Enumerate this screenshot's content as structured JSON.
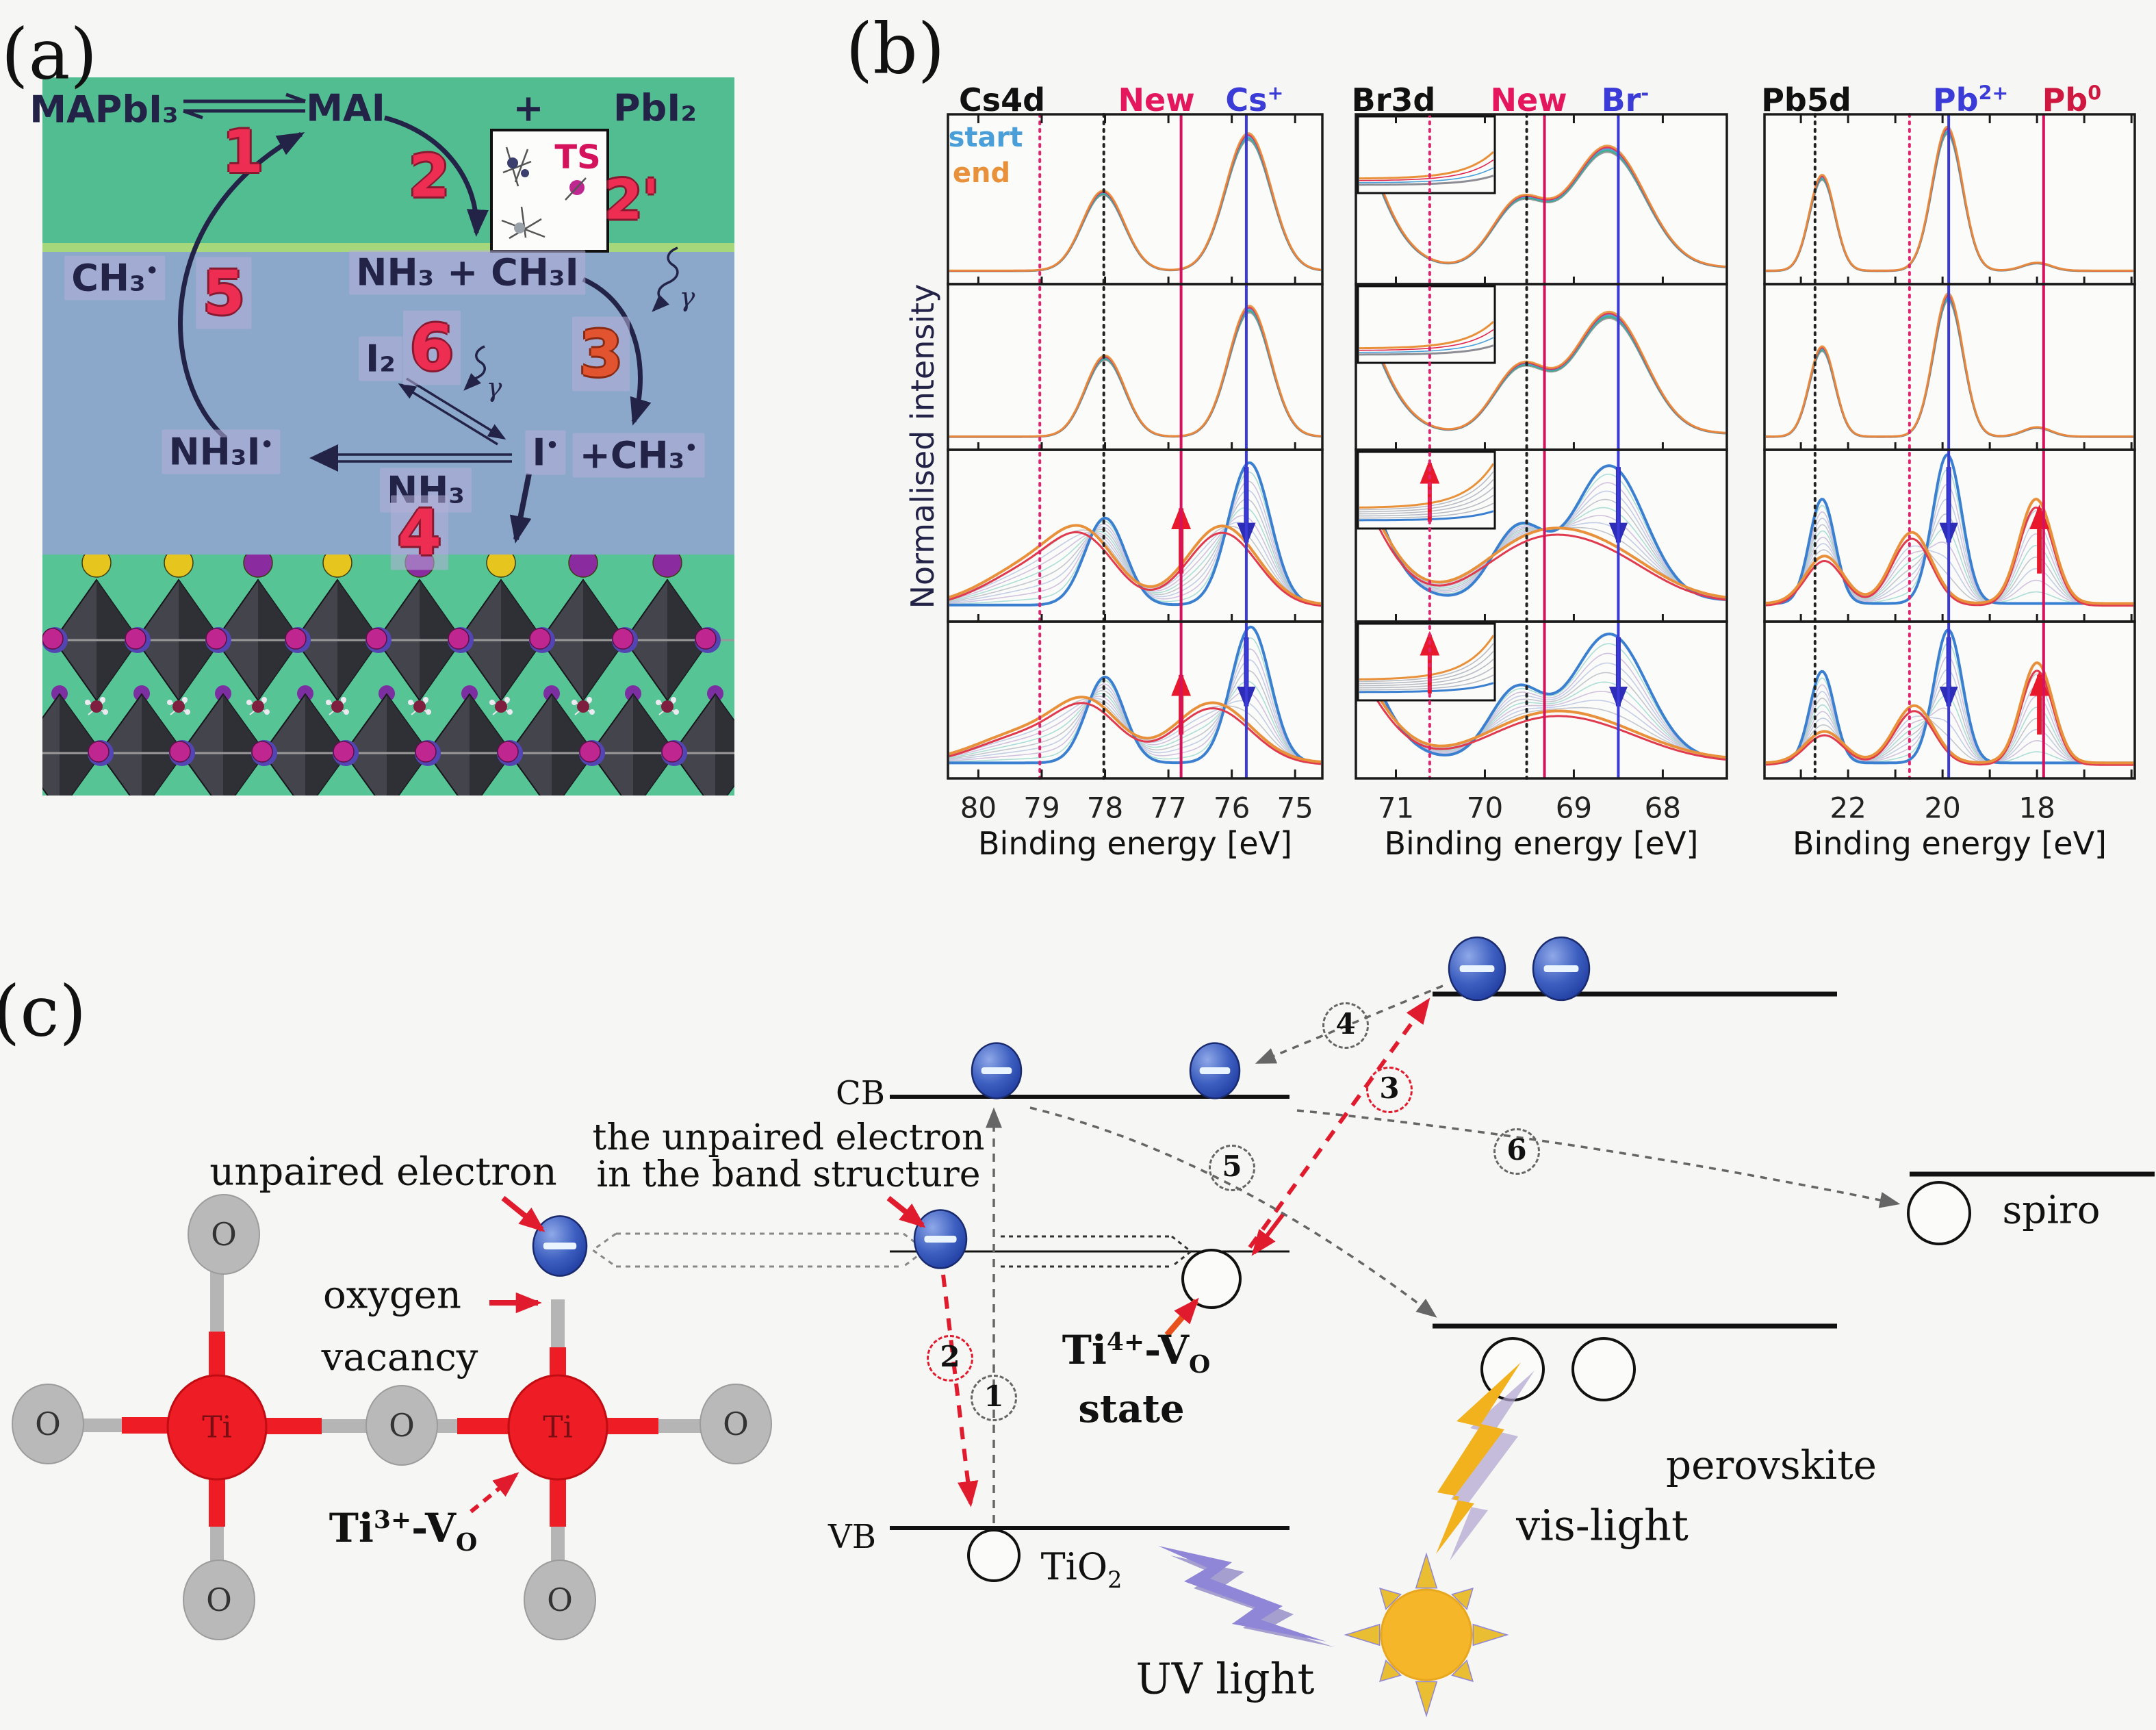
{
  "figure": {
    "bg": "#f6f6f4"
  },
  "panel_a": {
    "label": "(a)",
    "colors": {
      "green_top": "#53bd92",
      "green_strip": "#a7d77b",
      "blue": "#8ba7c9",
      "green_bottom": "#57c495",
      "formula": "#232348",
      "octahedron_fill": "#44444d",
      "octahedron_dark": "#2c2c33",
      "iodine": "#c0268f",
      "iodine_blue": "#5346b4",
      "surface_yellow": "#e7c51f",
      "surface_purple": "#8b2ba0",
      "organic_dark": "#7e1f3f",
      "organic_light": "#eeeaf2"
    },
    "species": {
      "mapbi3": "MAPbI₃",
      "mai": "MAI",
      "plus": "+",
      "pbi2": "PbI₂",
      "ts": "TS",
      "nh3_ch3i": "NH₃ + CH₃I",
      "ch3_rad": "CH₃",
      "i2": "I₂",
      "gamma": "γ",
      "nh3i_rad": "NH₃I",
      "i_rad": "I",
      "plus_ch3_rad": "+CH₃",
      "nh3": "NH₃",
      "rad_dot": "•"
    },
    "steps": {
      "s1": "1",
      "s2": "2",
      "s2p": "2'",
      "s3": "3",
      "s4": "4",
      "s5": "5",
      "s6": "6"
    },
    "surface_ball_colors": [
      "#e7c51f",
      "#e7c51f",
      "#8b2ba0",
      "#e7c51f",
      "#8b2ba0",
      "#e7c51f",
      "#8b2ba0",
      "#8b2ba0"
    ]
  },
  "panel_b": {
    "label": "(b)",
    "y_axis": "Normalised intensity",
    "legend": {
      "start": "start",
      "end": "end",
      "start_color": "#4a9fd8",
      "end_color": "#e8913a"
    }
  },
  "chart_data": [
    {
      "type": "line",
      "title": "Cs4d",
      "xlabel": "Binding energy [eV]",
      "x_range": [
        80.48,
        74.57
      ],
      "x_ticks": [
        80,
        79,
        78,
        77,
        76,
        75
      ],
      "rows": 4,
      "inset": false,
      "marker_labels": [
        {
          "base": "New",
          "sup": "",
          "color": "#e4175e",
          "ev": 76.8
        },
        {
          "base": "Cs",
          "sup": "+",
          "color": "#3b3bd8",
          "ev": 75.77
        }
      ],
      "vlines": [
        {
          "ev": 79.03,
          "style": "dotted",
          "color": "#e0246e"
        },
        {
          "ev": 78.02,
          "style": "dotted",
          "color": "#222222"
        },
        {
          "ev": 76.8,
          "style": "solid",
          "color": "#d4135c"
        },
        {
          "ev": 75.77,
          "style": "solid",
          "color": "#3b3bd8"
        }
      ],
      "row_series": [
        {
          "kind": "stable",
          "base": 0.05,
          "start_peaks": [
            {
              "c": 78.03,
              "h": 0.5,
              "s": 0.33
            },
            {
              "c": 75.74,
              "h": 0.86,
              "s": 0.36
            }
          ]
        },
        {
          "kind": "stable",
          "base": 0.05,
          "start_peaks": [
            {
              "c": 78.0,
              "h": 0.52,
              "s": 0.31
            },
            {
              "c": 75.72,
              "h": 0.84,
              "s": 0.33
            }
          ]
        },
        {
          "kind": "evolving",
          "base": 0.07,
          "start_peaks": [
            {
              "c": 78.0,
              "h": 0.55,
              "s": 0.32
            },
            {
              "c": 75.72,
              "h": 0.9,
              "s": 0.33
            }
          ],
          "end_peaks": [
            {
              "c": 79.1,
              "h": 0.26,
              "s": 0.75
            },
            {
              "c": 78.3,
              "h": 0.34,
              "s": 0.5
            },
            {
              "c": 76.15,
              "h": 0.5,
              "s": 0.55
            }
          ],
          "arrows": [
            {
              "ev": 76.8,
              "dir": "up",
              "color": "#e8192c"
            },
            {
              "ev": 75.77,
              "dir": "down",
              "color": "#2d2db8"
            }
          ]
        },
        {
          "kind": "evolving",
          "base": 0.07,
          "start_peaks": [
            {
              "c": 78.0,
              "h": 0.6,
              "s": 0.3
            },
            {
              "c": 75.7,
              "h": 0.95,
              "s": 0.31
            }
          ],
          "end_peaks": [
            {
              "c": 79.2,
              "h": 0.22,
              "s": 0.8
            },
            {
              "c": 78.25,
              "h": 0.34,
              "s": 0.5
            },
            {
              "c": 76.3,
              "h": 0.42,
              "s": 0.6
            }
          ],
          "arrows": [
            {
              "ev": 76.8,
              "dir": "up",
              "color": "#e8192c"
            },
            {
              "ev": 75.77,
              "dir": "down",
              "color": "#2d2db8"
            }
          ]
        }
      ]
    },
    {
      "type": "line",
      "title": "Br3d",
      "xlabel": "Binding energy [eV]",
      "x_range": [
        71.45,
        67.28
      ],
      "x_ticks": [
        71,
        70,
        69,
        68
      ],
      "rows": 4,
      "inset": true,
      "marker_labels": [
        {
          "base": "New",
          "sup": "",
          "color": "#e4175e",
          "ev": 69.33
        },
        {
          "base": "Br",
          "sup": "-",
          "color": "#3b3bd8",
          "ev": 68.5
        }
      ],
      "vlines": [
        {
          "ev": 70.62,
          "style": "dotted",
          "color": "#e0246e"
        },
        {
          "ev": 69.53,
          "style": "dotted",
          "color": "#222222"
        },
        {
          "ev": 69.33,
          "style": "solid",
          "color": "#d4135c"
        },
        {
          "ev": 68.5,
          "style": "solid",
          "color": "#3b3bd8"
        }
      ],
      "row_series": [
        {
          "kind": "stable",
          "base": 0.07,
          "start_peaks": [
            {
              "c": 71.9,
              "h": 1.5,
              "s": 0.5
            },
            {
              "c": 69.62,
              "h": 0.4,
              "s": 0.3
            },
            {
              "c": 68.62,
              "h": 0.76,
              "s": 0.42
            }
          ]
        },
        {
          "kind": "stable",
          "base": 0.07,
          "start_peaks": [
            {
              "c": 71.9,
              "h": 1.45,
              "s": 0.5
            },
            {
              "c": 69.6,
              "h": 0.42,
              "s": 0.3
            },
            {
              "c": 68.6,
              "h": 0.78,
              "s": 0.4
            }
          ]
        },
        {
          "kind": "evolving",
          "base": 0.1,
          "start_peaks": [
            {
              "c": 71.9,
              "h": 1.5,
              "s": 0.5
            },
            {
              "c": 69.62,
              "h": 0.45,
              "s": 0.3
            },
            {
              "c": 68.6,
              "h": 0.85,
              "s": 0.4
            }
          ],
          "end_peaks": [
            {
              "c": 71.9,
              "h": 1.15,
              "s": 0.55
            },
            {
              "c": 69.55,
              "h": 0.3,
              "s": 0.55
            },
            {
              "c": 68.7,
              "h": 0.3,
              "s": 0.6
            }
          ],
          "arrows": [
            {
              "ev": 70.62,
              "dir": "up",
              "color": "#e8192c",
              "inset": true
            },
            {
              "ev": 68.5,
              "dir": "down",
              "color": "#2d2db8"
            }
          ]
        },
        {
          "kind": "evolving",
          "base": 0.09,
          "start_peaks": [
            {
              "c": 71.9,
              "h": 1.4,
              "s": 0.5
            },
            {
              "c": 69.65,
              "h": 0.48,
              "s": 0.3
            },
            {
              "c": 68.6,
              "h": 0.88,
              "s": 0.42
            }
          ],
          "end_peaks": [
            {
              "c": 71.9,
              "h": 1.0,
              "s": 0.55
            },
            {
              "c": 69.5,
              "h": 0.22,
              "s": 0.6
            },
            {
              "c": 68.7,
              "h": 0.2,
              "s": 0.65
            }
          ],
          "arrows": [
            {
              "ev": 70.62,
              "dir": "up",
              "color": "#e8192c",
              "inset": true
            },
            {
              "ev": 68.5,
              "dir": "down",
              "color": "#2d2db8"
            }
          ]
        }
      ]
    },
    {
      "type": "line",
      "title": "Pb5d",
      "xlabel": "Binding energy [eV]",
      "x_range": [
        23.77,
        15.93
      ],
      "x_ticks": [
        22,
        20,
        18
      ],
      "rows": 4,
      "inset": false,
      "marker_labels": [
        {
          "base": "Pb",
          "sup": "2+",
          "color": "#3b3bd8",
          "ev": 19.87
        },
        {
          "base": "Pb",
          "sup": "0",
          "color": "#cf1840",
          "ev": 17.86
        }
      ],
      "vlines": [
        {
          "ev": 22.7,
          "style": "dotted",
          "color": "#222222"
        },
        {
          "ev": 20.7,
          "style": "dotted",
          "color": "#e0246e"
        },
        {
          "ev": 19.87,
          "style": "solid",
          "color": "#3b3bd8"
        },
        {
          "ev": 17.86,
          "style": "solid",
          "color": "#d4135c"
        }
      ],
      "row_series": [
        {
          "kind": "stable",
          "base": 0.05,
          "start_peaks": [
            {
              "c": 22.55,
              "h": 0.6,
              "s": 0.27
            },
            {
              "c": 19.9,
              "h": 0.9,
              "s": 0.32
            },
            {
              "c": 18.0,
              "h": 0.05,
              "s": 0.3
            }
          ]
        },
        {
          "kind": "stable",
          "base": 0.05,
          "start_peaks": [
            {
              "c": 22.55,
              "h": 0.58,
              "s": 0.27
            },
            {
              "c": 19.88,
              "h": 0.92,
              "s": 0.31
            },
            {
              "c": 18.0,
              "h": 0.06,
              "s": 0.3
            }
          ]
        },
        {
          "kind": "evolving",
          "base": 0.08,
          "start_peaks": [
            {
              "c": 22.55,
              "h": 0.66,
              "s": 0.27
            },
            {
              "c": 19.9,
              "h": 0.94,
              "s": 0.31
            }
          ],
          "end_peaks": [
            {
              "c": 22.5,
              "h": 0.3,
              "s": 0.4
            },
            {
              "c": 20.65,
              "h": 0.45,
              "s": 0.42
            },
            {
              "c": 18.02,
              "h": 0.66,
              "s": 0.36
            }
          ],
          "arrows": [
            {
              "ev": 19.87,
              "dir": "down",
              "color": "#2d2db8"
            },
            {
              "ev": 17.95,
              "dir": "up",
              "color": "#e8192c"
            }
          ]
        },
        {
          "kind": "evolving",
          "base": 0.07,
          "start_peaks": [
            {
              "c": 22.55,
              "h": 0.64,
              "s": 0.26
            },
            {
              "c": 19.88,
              "h": 0.93,
              "s": 0.3
            }
          ],
          "end_peaks": [
            {
              "c": 22.5,
              "h": 0.22,
              "s": 0.4
            },
            {
              "c": 20.6,
              "h": 0.4,
              "s": 0.42
            },
            {
              "c": 18.0,
              "h": 0.7,
              "s": 0.34
            }
          ],
          "arrows": [
            {
              "ev": 19.87,
              "dir": "down",
              "color": "#2d2db8"
            },
            {
              "ev": 17.95,
              "dir": "up",
              "color": "#e8192c"
            }
          ]
        }
      ]
    }
  ],
  "panel_c": {
    "label": "(c)",
    "colors": {
      "red_dash": "#e11b2e",
      "gray_dash": "#666666",
      "level_line": "#111111",
      "ti_red": "#ee1c24",
      "o_gray": "#b9b9b9",
      "bond_gray": "#b5b5b5",
      "bolt_purple": "#8f86d8",
      "bolt_yellow": "#f2b21e",
      "sun_body": "#f6b629",
      "electron_dark": "#1e3a9e",
      "electron_light": "#8fa8e8"
    },
    "annotations": {
      "unpaired_electron": "unpaired electron",
      "band_line1": "the unpaired electron",
      "band_line2": "in the band structure",
      "oxygen": "oxygen",
      "vacancy": "vacancy",
      "cb": "CB",
      "vb": "VB",
      "state": "state",
      "perovskite": "perovskite",
      "spiro": "spiro",
      "uv_light": "UV light",
      "vis_light": "vis-light"
    },
    "ti3vo": {
      "base": "Ti",
      "sup": "3+",
      "mid": "-V",
      "sub": "O"
    },
    "ti4vo": {
      "base": "Ti",
      "sup": "4+",
      "mid": "-V",
      "sub": "O"
    },
    "tio2": {
      "base": "TiO",
      "sub": "2"
    },
    "atoms": {
      "ti": "Ti",
      "o": "O"
    },
    "numbers": {
      "n1": "1",
      "n2": "2",
      "n3": "3",
      "n4": "4",
      "n5": "5",
      "n6": "6"
    }
  }
}
